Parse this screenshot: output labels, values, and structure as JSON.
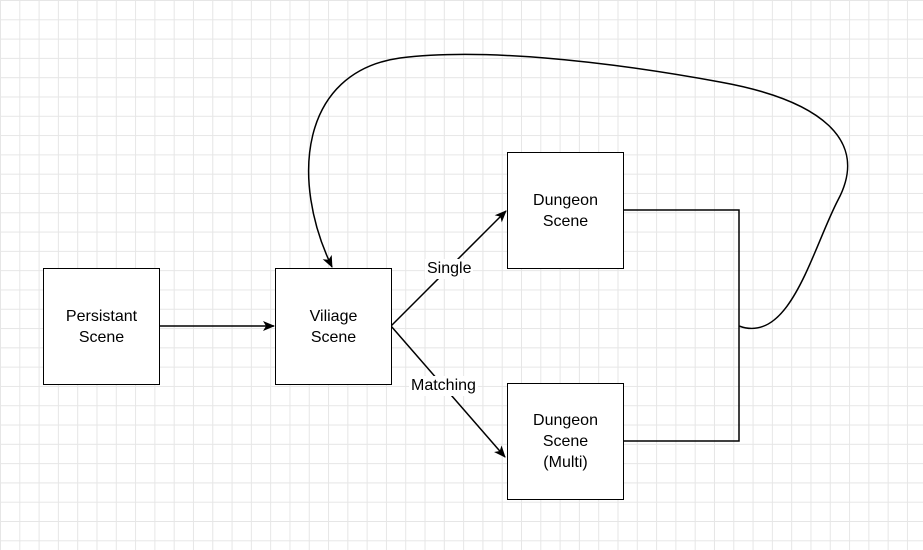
{
  "nodes": {
    "persistant": {
      "line1": "Persistant",
      "line2": "Scene"
    },
    "village": {
      "line1": "Viliage",
      "line2": "Scene"
    },
    "dungeon_single": {
      "line1": "Dungeon",
      "line2": "Scene"
    },
    "dungeon_multi": {
      "line1": "Dungeon",
      "line2": "Scene",
      "line3": "(Multi)"
    }
  },
  "edges": {
    "single_label": "Single",
    "matching_label": "Matching"
  },
  "colors": {
    "stroke": "#000000",
    "grid": "#e6e6e6",
    "background": "#ffffff"
  }
}
